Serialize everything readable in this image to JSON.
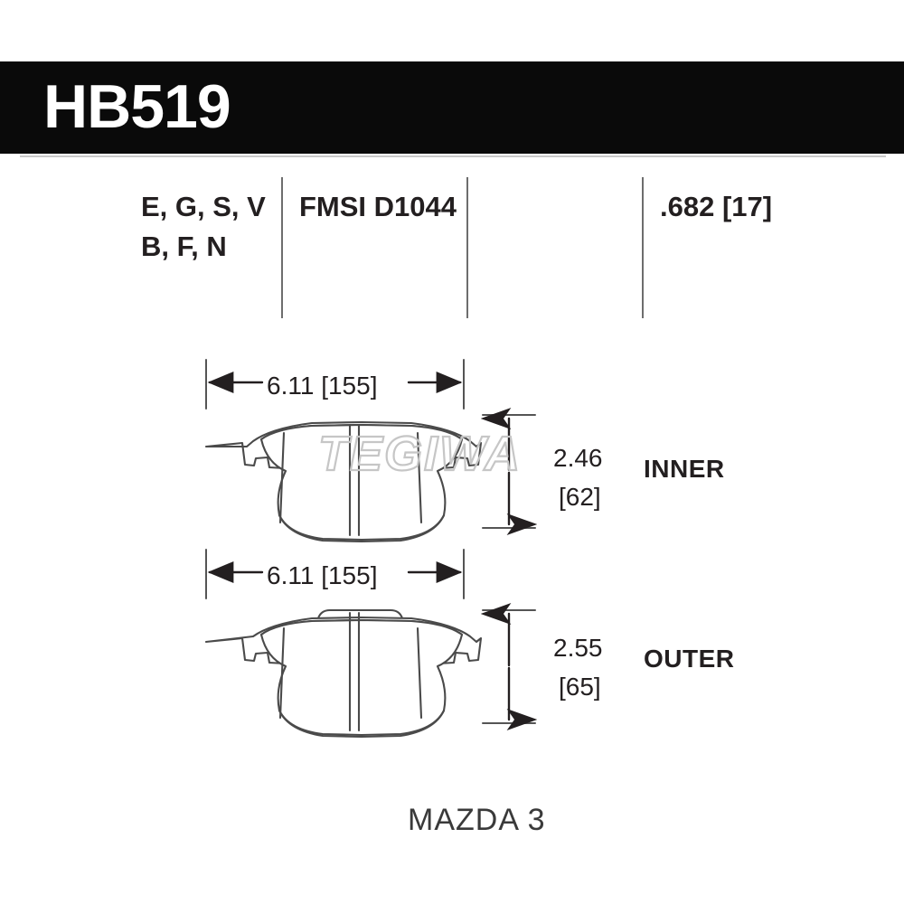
{
  "banner": {
    "part_number": "HB519"
  },
  "header": {
    "compound_codes_line1": "E, G, S, V",
    "compound_codes_line2": "B, F, N",
    "fmsi": "FMSI D1044",
    "thickness": ".682 [17]"
  },
  "pads": [
    {
      "id": "inner",
      "width_label": "6.11 [155]",
      "height_label_line1": "2.46",
      "height_label_line2": "[62]",
      "side_label": "INNER"
    },
    {
      "id": "outer",
      "width_label": "6.11 [155]",
      "height_label_line1": "2.55",
      "height_label_line2": "[65]",
      "side_label": "OUTER"
    }
  ],
  "footer": {
    "vehicle": "MAZDA 3"
  },
  "watermark": {
    "text": "TEGIWA"
  },
  "colors": {
    "banner_background": "#0a0a0a",
    "banner_text": "#ffffff",
    "ink": "#231f20",
    "divider": "#6d6d6d",
    "outline": "#4a4a4a",
    "watermark": "#c6c6c6"
  }
}
